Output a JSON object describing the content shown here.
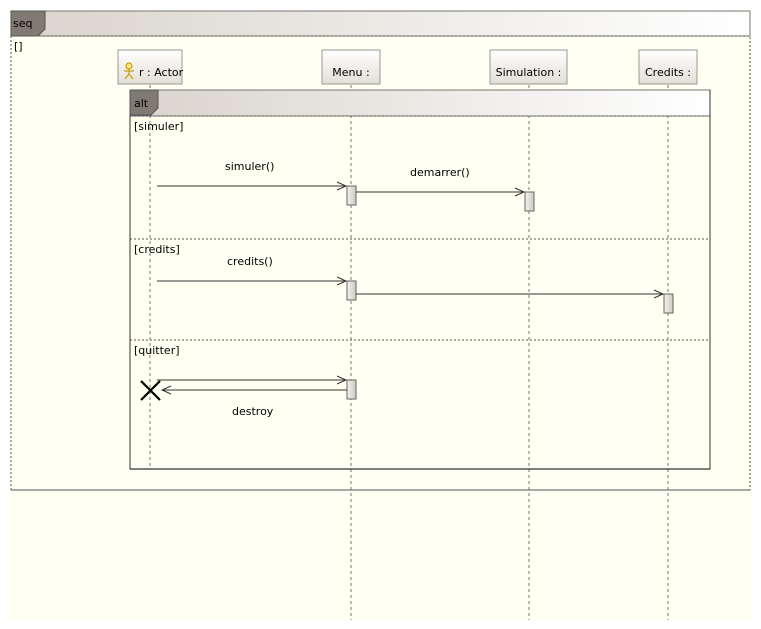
{
  "frame": {
    "tag": "seq",
    "guard": "[]"
  },
  "lifelines": [
    {
      "id": "actor",
      "label": "r : Actor",
      "icon": "stick-figure-icon"
    },
    {
      "id": "menu",
      "label": "Menu :"
    },
    {
      "id": "simulation",
      "label": "Simulation :"
    },
    {
      "id": "credits",
      "label": "Credits :"
    }
  ],
  "fragment": {
    "tag": "alt",
    "operands": [
      {
        "guard": "[simuler]"
      },
      {
        "guard": "[credits]"
      },
      {
        "guard": "[quitter]"
      }
    ]
  },
  "messages": [
    {
      "id": "m1",
      "label": "simuler()",
      "from": "actor",
      "to": "menu"
    },
    {
      "id": "m2",
      "label": "demarrer()",
      "from": "menu",
      "to": "simulation"
    },
    {
      "id": "m3",
      "label": "credits()",
      "from": "actor",
      "to": "menu"
    },
    {
      "id": "m4",
      "label": "",
      "from": "menu",
      "to": "credits"
    },
    {
      "id": "m5",
      "label": "",
      "from": "actor",
      "to": "menu"
    },
    {
      "id": "m6",
      "label": "destroy",
      "from": "menu",
      "to": "actor"
    }
  ],
  "colors": {
    "background": "#fffff2",
    "frame_border": "#555555",
    "tab_fill": "#807a72",
    "head_fill": "#efece6",
    "activation_fill": "#e6e1da",
    "line": "#333333"
  }
}
